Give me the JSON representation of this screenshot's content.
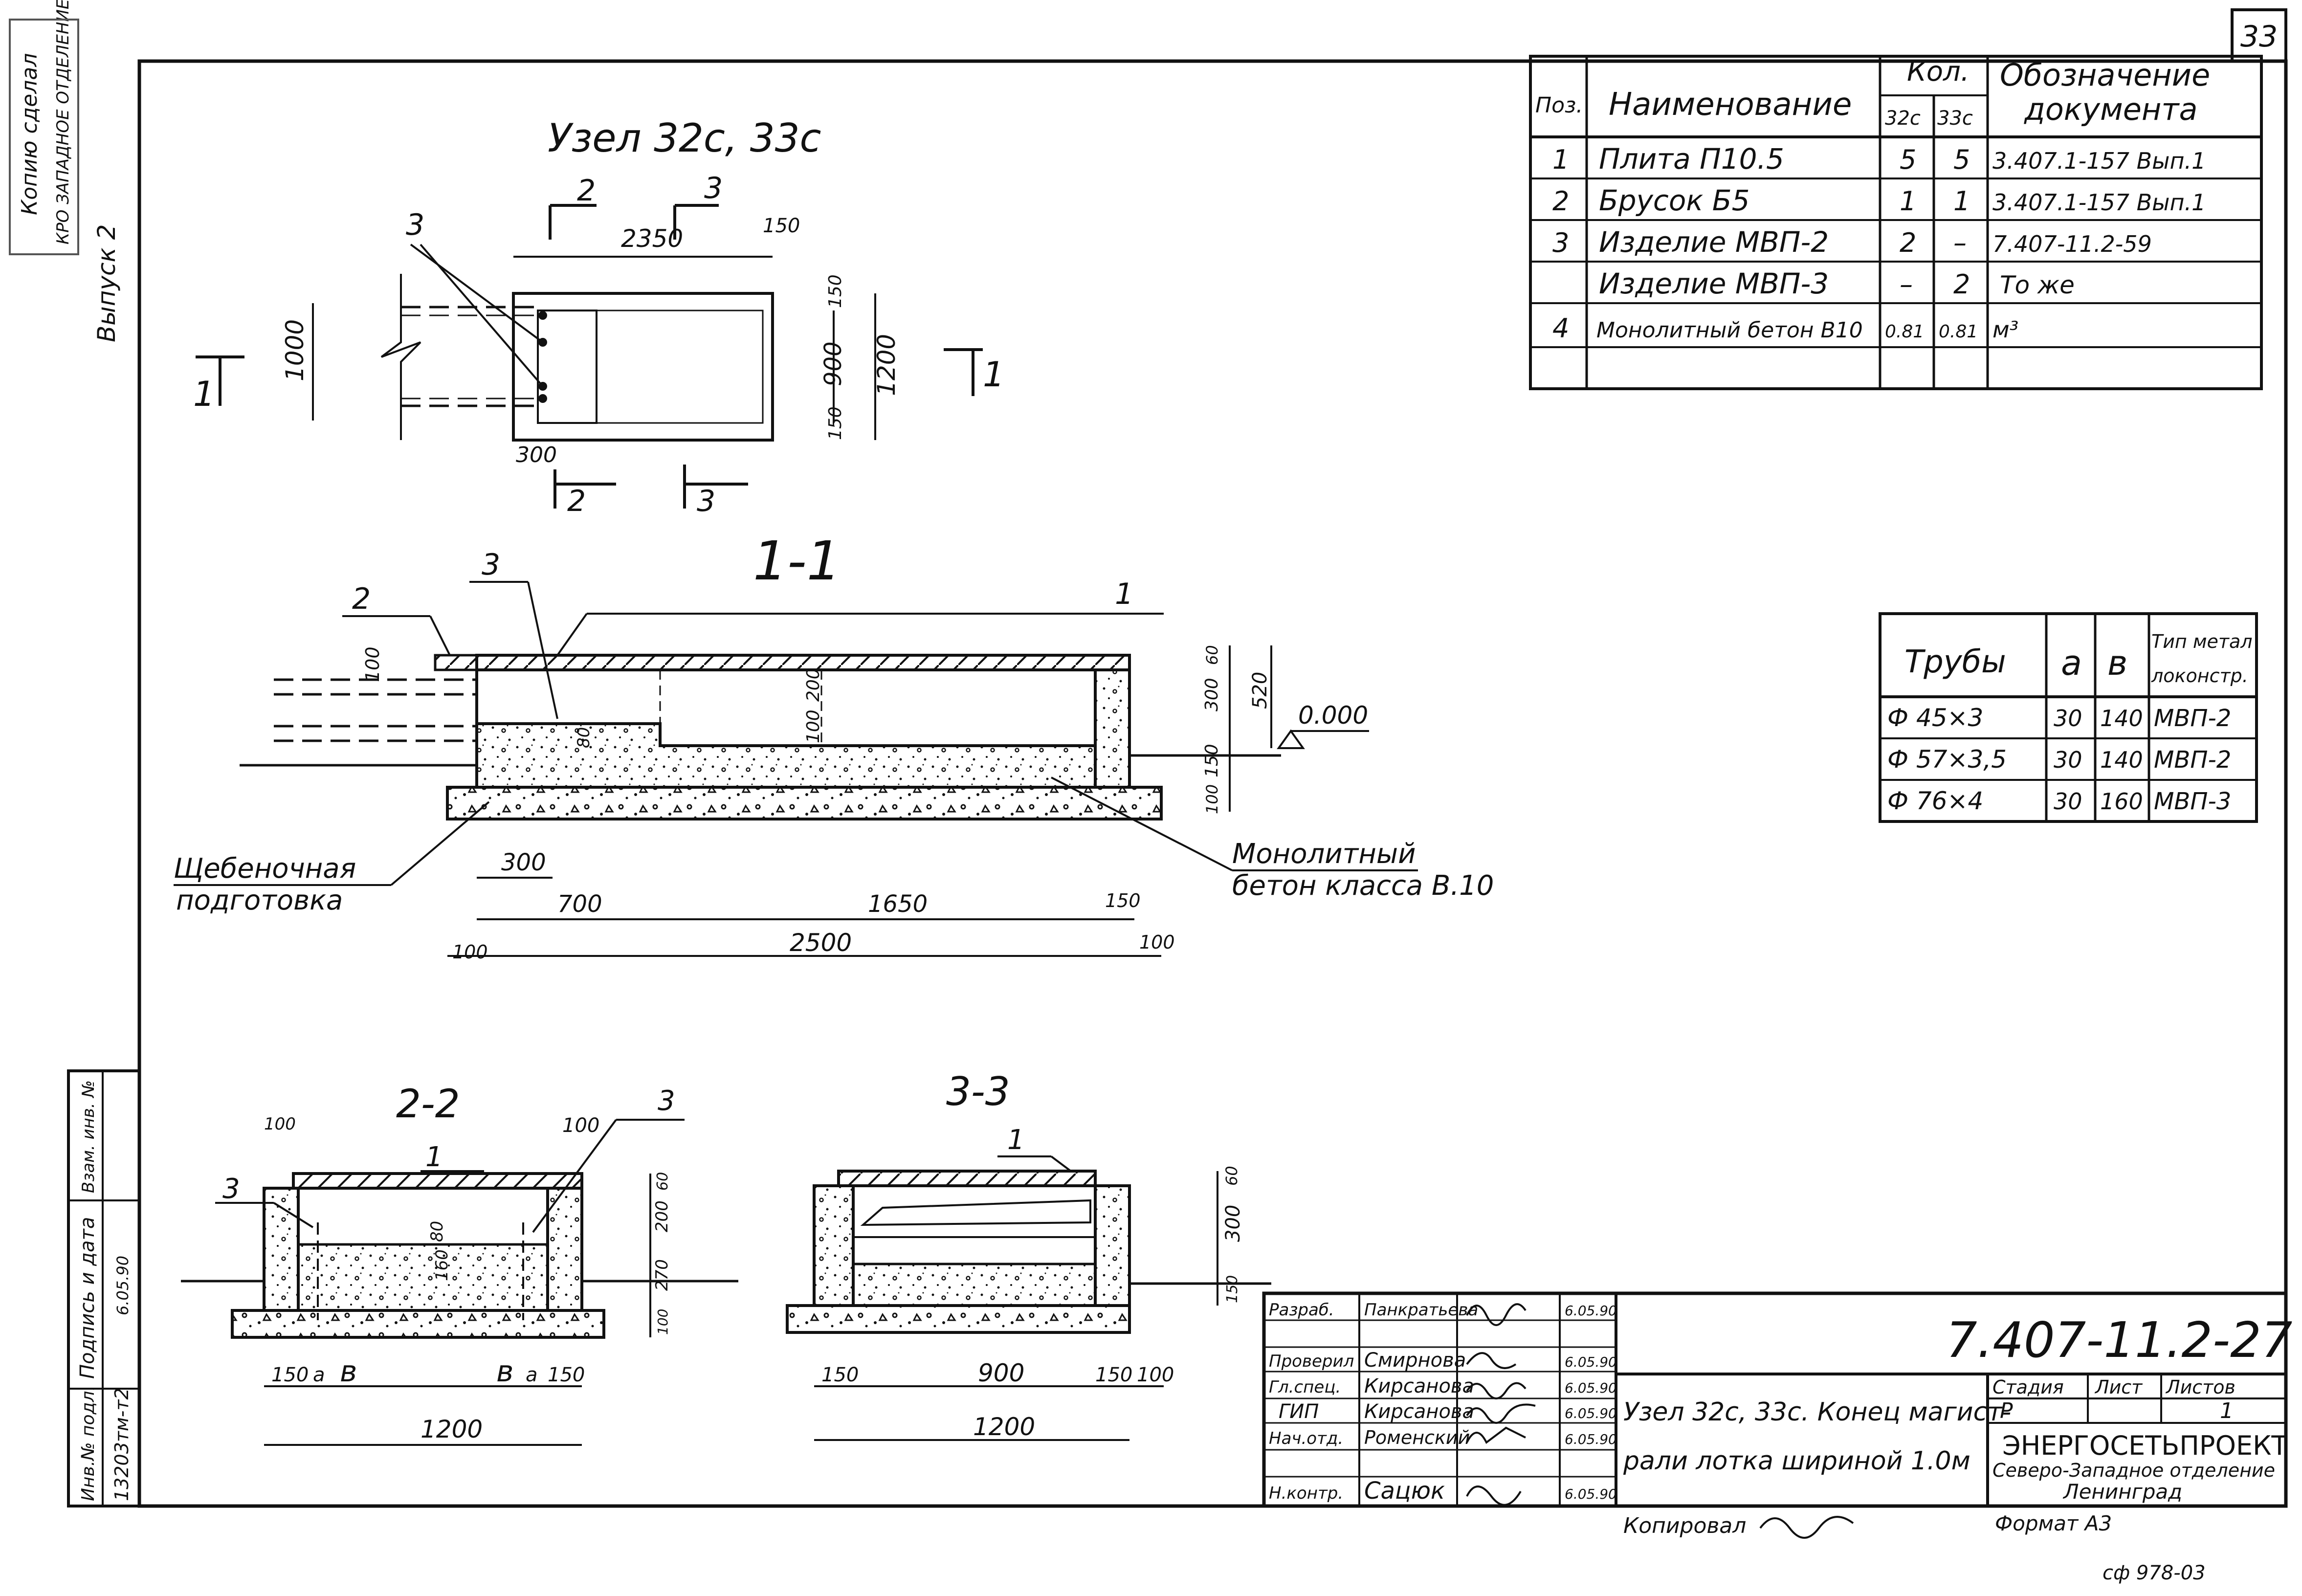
{
  "sheet_number": "33",
  "left_margin": {
    "stamp_line1": "Копию сделал",
    "stamp_line2": "КРО ЗАПАДНОЕ ОТДЕЛЕНИЕ",
    "issue": "Выпуск 2"
  },
  "views": {
    "plan_title": "Узел 32с, 33с",
    "section11_title": "1-1",
    "section22_title": "2-2",
    "section33_title": "3-3"
  },
  "plan_dims": {
    "d2350": "2350",
    "d150a": "150",
    "d1000": "1000",
    "d900": "900",
    "d1200": "1200",
    "d150b": "150",
    "d150c": "150",
    "d300": "300",
    "cut1": "1",
    "cut2": "2",
    "cut3": "3",
    "callout3": "3"
  },
  "section11": {
    "callout2": "2",
    "callout3": "3",
    "callout1": "1",
    "d100": "100",
    "d200": "200",
    "d100b": "100",
    "d80": "80",
    "d60": "60",
    "d300": "300",
    "d520": "520",
    "d150": "150",
    "d100c": "100",
    "level": "0.000",
    "label_gravel_1": "Щебеночная",
    "label_gravel_2": "подготовка",
    "label_concrete_1": "Монолитный",
    "label_concrete_2": "бетон класса В.10",
    "d300b": "300",
    "d700": "700",
    "d1650": "1650",
    "d150b": "150",
    "d2500": "2500",
    "d100l": "100",
    "d100r": "100"
  },
  "section22": {
    "c1": "1",
    "c3a": "3",
    "c3b": "3",
    "d100a": "100",
    "d100b": "100",
    "d60": "60",
    "d200": "200",
    "d270": "270",
    "d100c": "100",
    "d80": "80",
    "d160": "160",
    "d150a": "150",
    "a1": "a",
    "b1": "в",
    "b2": "в",
    "a2": "a",
    "d150b": "150",
    "d1200": "1200"
  },
  "section33": {
    "c1": "1",
    "d60": "60",
    "d300": "300",
    "d150": "150",
    "d150a": "150",
    "d900": "900",
    "d150b": "150",
    "d100": "100",
    "d1200": "1200"
  },
  "spec_table": {
    "header_pos": "Поз.",
    "header_name": "Наименование",
    "header_qty": "Кол.",
    "header_q32": "32с",
    "header_q33": "33с",
    "header_doc_1": "Обозначение",
    "header_doc_2": "документа",
    "rows": [
      {
        "pos": "1",
        "name": "Плита П10.5",
        "q32": "5",
        "q33": "5",
        "doc": "3.407.1-157 Вып.1"
      },
      {
        "pos": "2",
        "name": "Брусок Б5",
        "q32": "1",
        "q33": "1",
        "doc": "3.407.1-157 Вып.1"
      },
      {
        "pos": "3",
        "name": "Изделие МВП-2",
        "q32": "2",
        "q33": "–",
        "doc": "7.407-11.2-59"
      },
      {
        "pos": "",
        "name": "Изделие МВП-3",
        "q32": "–",
        "q33": "2",
        "doc": "То же"
      },
      {
        "pos": "4",
        "name": "Монолитный бетон В10",
        "q32": "0.81",
        "q33": "0.81",
        "doc": "м³"
      }
    ]
  },
  "pipe_table": {
    "h_pipes": "Трубы",
    "h_a": "а",
    "h_b": "в",
    "h_type_1": "Тип метал",
    "h_type_2": "локонстр.",
    "rows": [
      {
        "pipe": "Ф 45×3",
        "a": "30",
        "b": "140",
        "type": "МВП-2"
      },
      {
        "pipe": "Ф 57×3,5",
        "a": "30",
        "b": "140",
        "type": "МВП-2"
      },
      {
        "pipe": "Ф 76×4",
        "a": "30",
        "b": "160",
        "type": "МВП-3"
      }
    ]
  },
  "side_stamp": {
    "inv": "Инв.№ подл.",
    "sign": "Подпись и дата",
    "exch": "Взам. инв. №",
    "inv_val": "13203тм-т2",
    "sign_val": "6.05.90"
  },
  "title_block": {
    "code": "7.407-11.2-27",
    "roles": [
      {
        "role": "Разраб.",
        "name": "Панкратьева",
        "sign": "",
        "date": "6.05.90"
      },
      {
        "role": "Проверил",
        "name": "Смирнова",
        "sign": "",
        "date": "6.05.90"
      },
      {
        "role": "Гл.спец.",
        "name": "Кирсанова",
        "sign": "",
        "date": "6.05.90"
      },
      {
        "role": "ГИП",
        "name": "Кирсанова",
        "sign": "",
        "date": "6.05.90"
      },
      {
        "role": "Нач.отд.",
        "name": "Роменский",
        "sign": "",
        "date": "6.05.90"
      },
      {
        "role": "Н.контр.",
        "name": "Сацюк",
        "sign": "",
        "date": "6.05.90"
      }
    ],
    "title_1": "Узел 32с, 33с. Конец магист-",
    "title_2": "рали лотка шириной 1.0м",
    "h_stage": "Стадия",
    "h_sheet": "Лист",
    "h_sheets": "Листов",
    "stage": "Р",
    "sheet": "",
    "sheets": "1",
    "org_1": "ЭНЕРГОСЕТЬПРОЕКТ",
    "org_2": "Северо-Западное отделение",
    "org_3": "Ленинград",
    "copied": "Копировал",
    "format": "Формат А3",
    "archive": "сф 978-03"
  }
}
